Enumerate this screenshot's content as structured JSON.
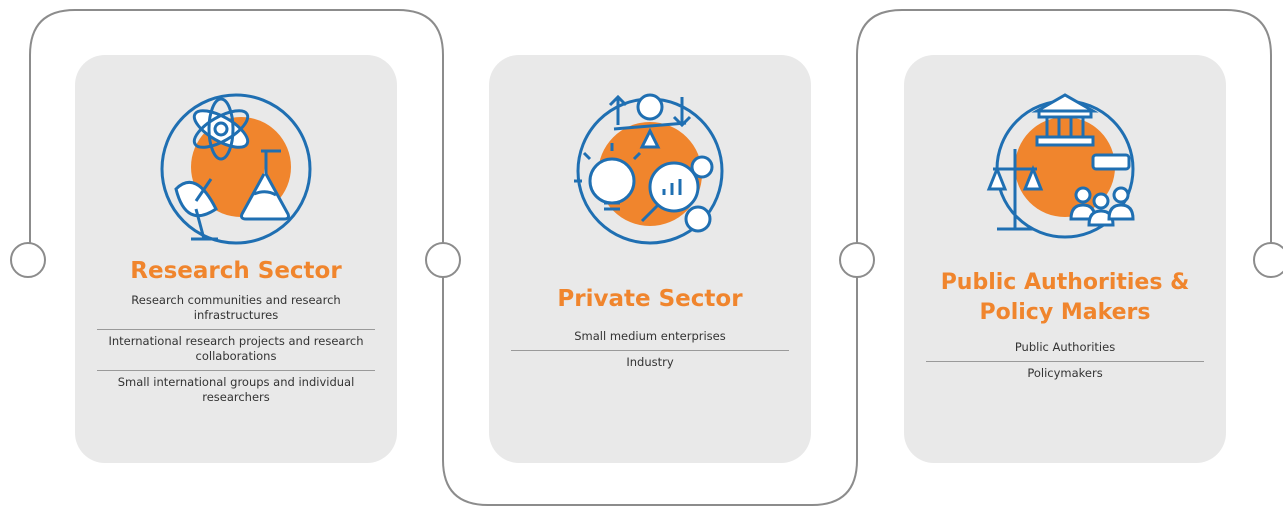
{
  "colors": {
    "accent": "#f0852d",
    "line": "#1f6fb2",
    "card_bg": "#e9e9e9",
    "connector": "#8c8c8c"
  },
  "cards": [
    {
      "icon": "research-icon",
      "title": "Research Sector",
      "items": [
        "Research communities and research infrastructures",
        "International research projects and research collaborations",
        "Small international groups and individual researchers"
      ]
    },
    {
      "icon": "private-sector-icon",
      "title": "Private Sector",
      "items": [
        "Small medium enterprises",
        "Industry"
      ]
    },
    {
      "icon": "public-authorities-icon",
      "title": "Public Authorities & Policy Makers",
      "items": [
        "Public Authorities",
        "Policymakers"
      ]
    }
  ]
}
